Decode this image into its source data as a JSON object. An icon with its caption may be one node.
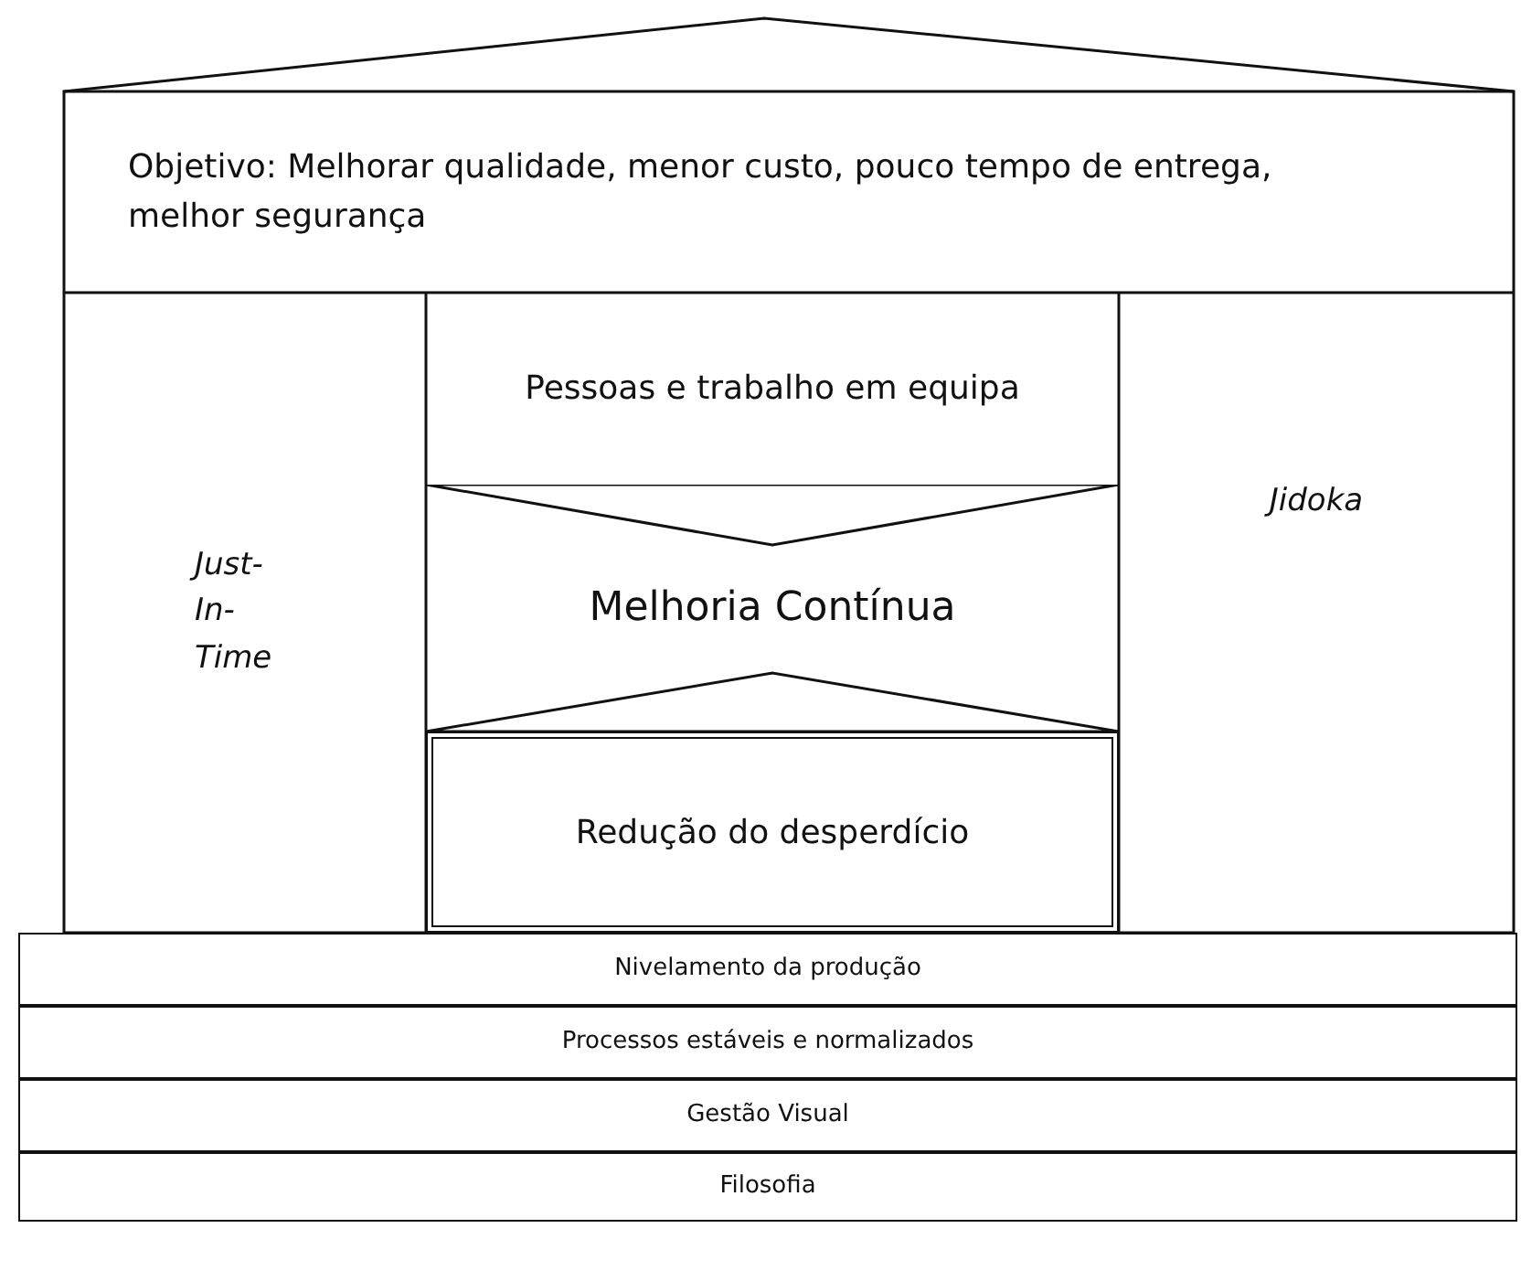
{
  "diagram": {
    "nodes": [
      {
        "text": [
          "Objetivo: Melhorar qualidade, menor custo, pouco tempo de entrega, melhor segurança"
        ]
      },
      {
        "text": [
          "Just-In-Time"
        ]
      },
      {
        "text": [
          "Pessoas e trabalho em equipa"
        ]
      },
      {
        "text": [
          "Melhoria Contínua"
        ]
      },
      {
        "text": [
          "Redução do desperdício"
        ]
      },
      {
        "text": [
          "Jidoka"
        ]
      },
      {
        "text": [
          "Nivelamento da produção"
        ]
      },
      {
        "text": [
          "Processos estáveis e normalizados"
        ]
      },
      {
        "text": [
          "Gestão Visual"
        ]
      },
      {
        "text": [
          "Filosofia"
        ]
      }
    ]
  }
}
